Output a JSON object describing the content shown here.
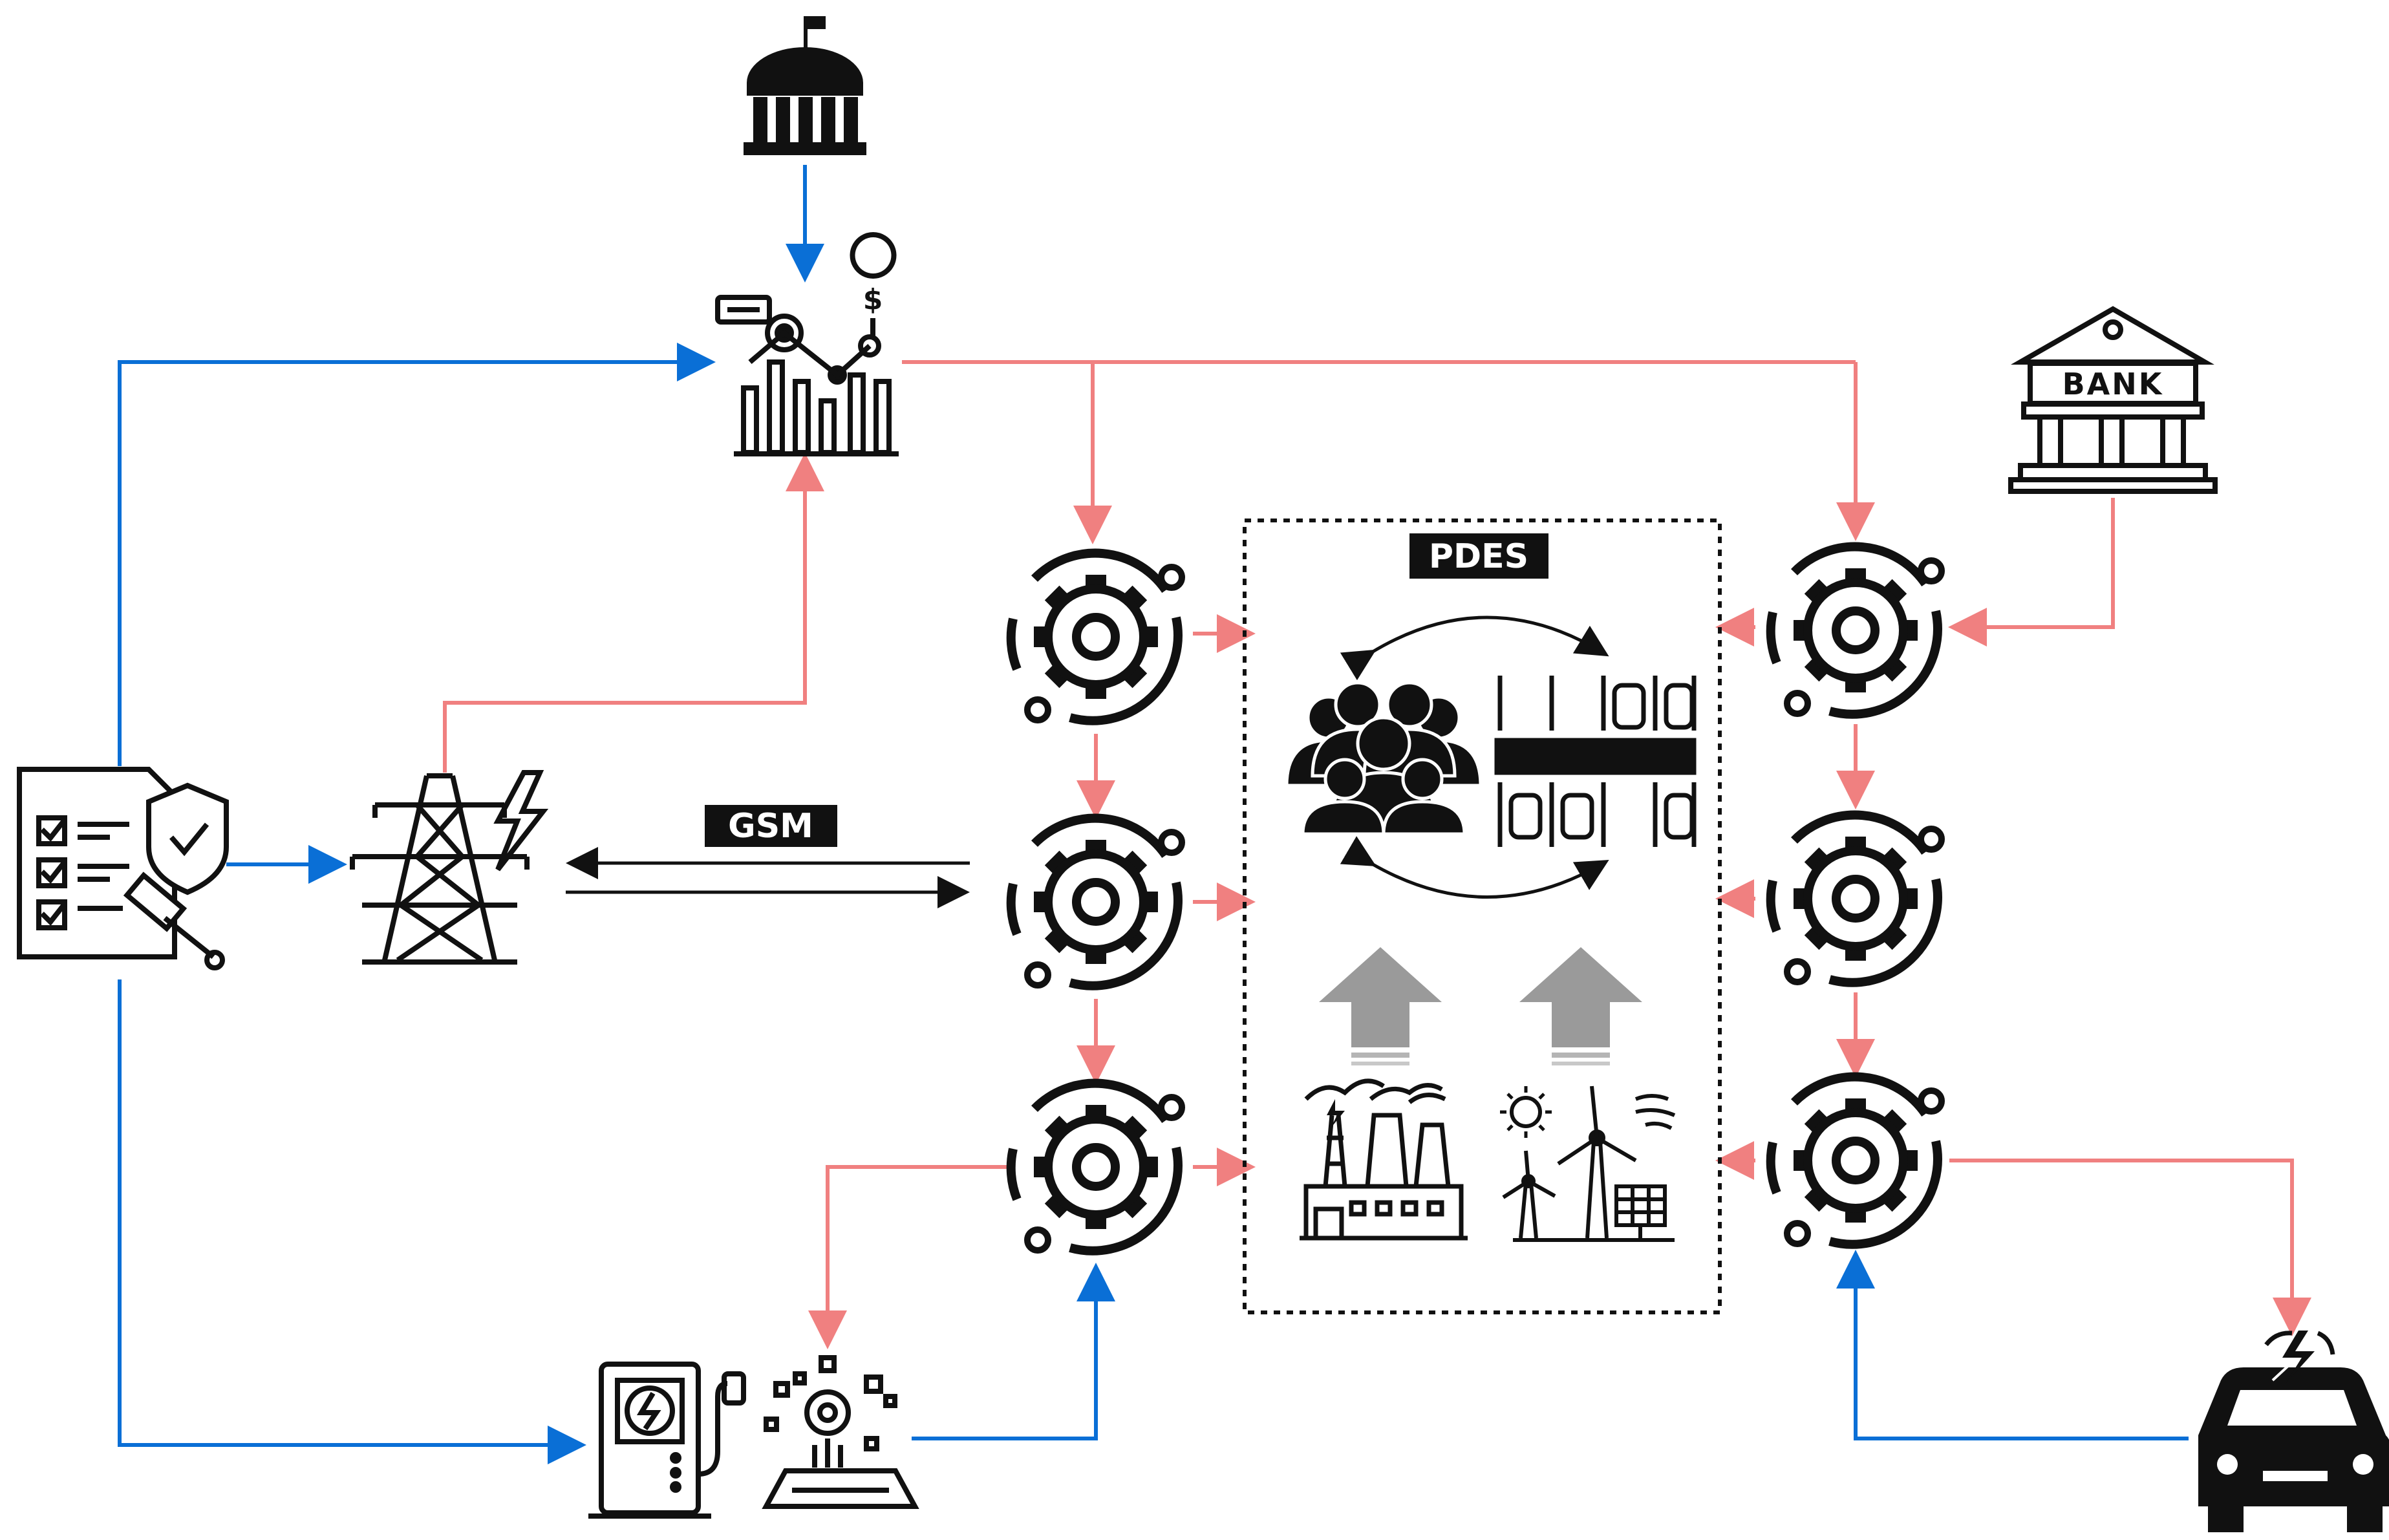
{
  "labels": {
    "pdes": "PDES",
    "gsm": "GSM",
    "bank": "BANK"
  },
  "colors": {
    "blue_flow": "#0a6fd6",
    "red_flow": "#f08080",
    "black_flow": "#111111",
    "icon_fill": "#111111",
    "upgrade_arrow": "#9a9a9a"
  },
  "icons": [
    "government-building-icon",
    "market-analytics-icon",
    "bank-icon",
    "regulation-checklist-icon",
    "transmission-tower-icon",
    "operator-gear-icon",
    "consumers-group-icon",
    "parking-lot-icon",
    "power-plant-icon",
    "renewables-icon",
    "charging-station-icon",
    "electric-vehicle-icon",
    "up-arrow-icon",
    "lightning-icon"
  ]
}
